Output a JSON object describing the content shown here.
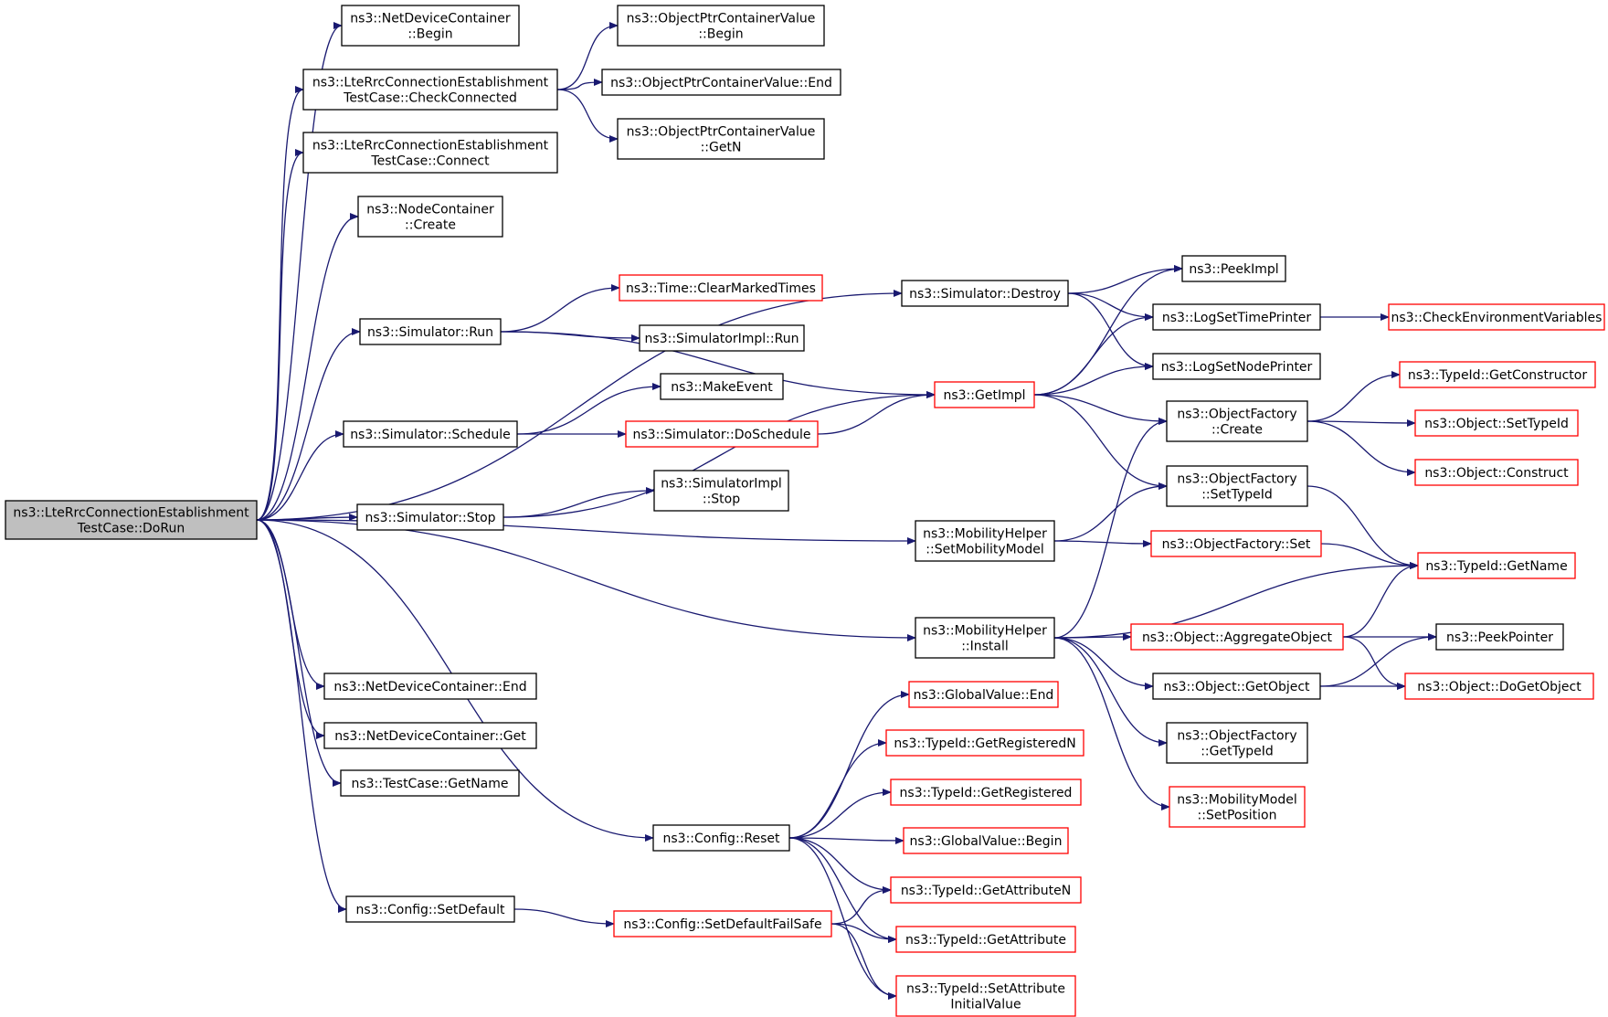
{
  "graph": {
    "colors": {
      "edge": "#191970",
      "root_fill": "#bfbfbf",
      "fill": "#ffffff",
      "border": "#000000",
      "documented_missing_border": "#ff0000"
    },
    "nodes": [
      {
        "id": "root",
        "lines": [
          "ns3::LteRrcConnectionEstablishment",
          "TestCase::DoRun"
        ],
        "style": "root"
      },
      {
        "id": "ndc_begin",
        "lines": [
          "ns3::NetDeviceContainer",
          "::Begin"
        ],
        "style": "black"
      },
      {
        "id": "check_connected",
        "lines": [
          "ns3::LteRrcConnectionEstablishment",
          "TestCase::CheckConnected"
        ],
        "style": "black"
      },
      {
        "id": "connect",
        "lines": [
          "ns3::LteRrcConnectionEstablishment",
          "TestCase::Connect"
        ],
        "style": "black"
      },
      {
        "id": "nc_create",
        "lines": [
          "ns3::NodeContainer",
          "::Create"
        ],
        "style": "black"
      },
      {
        "id": "sim_run",
        "lines": [
          "ns3::Simulator::Run"
        ],
        "style": "black"
      },
      {
        "id": "sim_schedule",
        "lines": [
          "ns3::Simulator::Schedule"
        ],
        "style": "black"
      },
      {
        "id": "sim_stop",
        "lines": [
          "ns3::Simulator::Stop"
        ],
        "style": "black"
      },
      {
        "id": "ndc_end",
        "lines": [
          "ns3::NetDeviceContainer::End"
        ],
        "style": "black"
      },
      {
        "id": "ndc_get",
        "lines": [
          "ns3::NetDeviceContainer::Get"
        ],
        "style": "black"
      },
      {
        "id": "tc_getname",
        "lines": [
          "ns3::TestCase::GetName"
        ],
        "style": "black"
      },
      {
        "id": "cfg_setdefault",
        "lines": [
          "ns3::Config::SetDefault"
        ],
        "style": "black"
      },
      {
        "id": "optr_begin",
        "lines": [
          "ns3::ObjectPtrContainerValue",
          "::Begin"
        ],
        "style": "black"
      },
      {
        "id": "optr_end",
        "lines": [
          "ns3::ObjectPtrContainerValue::End"
        ],
        "style": "black"
      },
      {
        "id": "optr_getn",
        "lines": [
          "ns3::ObjectPtrContainerValue",
          "::GetN"
        ],
        "style": "black"
      },
      {
        "id": "time_clear",
        "lines": [
          "ns3::Time::ClearMarkedTimes"
        ],
        "style": "red"
      },
      {
        "id": "simimpl_run",
        "lines": [
          "ns3::SimulatorImpl::Run"
        ],
        "style": "black"
      },
      {
        "id": "make_event",
        "lines": [
          "ns3::MakeEvent"
        ],
        "style": "black"
      },
      {
        "id": "sim_doschedule",
        "lines": [
          "ns3::Simulator::DoSchedule"
        ],
        "style": "red"
      },
      {
        "id": "simimpl_stop",
        "lines": [
          "ns3::SimulatorImpl",
          "::Stop"
        ],
        "style": "black"
      },
      {
        "id": "sim_destroy",
        "lines": [
          "ns3::Simulator::Destroy"
        ],
        "style": "black"
      },
      {
        "id": "getimpl",
        "lines": [
          "ns3::GetImpl"
        ],
        "style": "red"
      },
      {
        "id": "mh_setmob",
        "lines": [
          "ns3::MobilityHelper",
          "::SetMobilityModel"
        ],
        "style": "black"
      },
      {
        "id": "mh_install",
        "lines": [
          "ns3::MobilityHelper",
          "::Install"
        ],
        "style": "black"
      },
      {
        "id": "cfg_reset",
        "lines": [
          "ns3::Config::Reset"
        ],
        "style": "black"
      },
      {
        "id": "cfg_setdefaultfs",
        "lines": [
          "ns3::Config::SetDefaultFailSafe"
        ],
        "style": "red"
      },
      {
        "id": "peekimpl",
        "lines": [
          "ns3::PeekImpl"
        ],
        "style": "black"
      },
      {
        "id": "logsettime",
        "lines": [
          "ns3::LogSetTimePrinter"
        ],
        "style": "black"
      },
      {
        "id": "logsetnode",
        "lines": [
          "ns3::LogSetNodePrinter"
        ],
        "style": "black"
      },
      {
        "id": "of_create",
        "lines": [
          "ns3::ObjectFactory",
          "::Create"
        ],
        "style": "black"
      },
      {
        "id": "of_settypeid",
        "lines": [
          "ns3::ObjectFactory",
          "::SetTypeId"
        ],
        "style": "black"
      },
      {
        "id": "of_set",
        "lines": [
          "ns3::ObjectFactory::Set"
        ],
        "style": "red"
      },
      {
        "id": "obj_aggregate",
        "lines": [
          "ns3::Object::AggregateObject"
        ],
        "style": "red"
      },
      {
        "id": "obj_getobject",
        "lines": [
          "ns3::Object::GetObject"
        ],
        "style": "black"
      },
      {
        "id": "of_gettypeid",
        "lines": [
          "ns3::ObjectFactory",
          "::GetTypeId"
        ],
        "style": "black"
      },
      {
        "id": "mm_setpos",
        "lines": [
          "ns3::MobilityModel",
          "::SetPosition"
        ],
        "style": "red"
      },
      {
        "id": "gv_end",
        "lines": [
          "ns3::GlobalValue::End"
        ],
        "style": "red"
      },
      {
        "id": "tid_getregn",
        "lines": [
          "ns3::TypeId::GetRegisteredN"
        ],
        "style": "red"
      },
      {
        "id": "tid_getreg",
        "lines": [
          "ns3::TypeId::GetRegistered"
        ],
        "style": "red"
      },
      {
        "id": "gv_begin",
        "lines": [
          "ns3::GlobalValue::Begin"
        ],
        "style": "red"
      },
      {
        "id": "tid_getattrn",
        "lines": [
          "ns3::TypeId::GetAttributeN"
        ],
        "style": "red"
      },
      {
        "id": "tid_getattr",
        "lines": [
          "ns3::TypeId::GetAttribute"
        ],
        "style": "red"
      },
      {
        "id": "tid_setattrinit",
        "lines": [
          "ns3::TypeId::SetAttribute",
          "InitialValue"
        ],
        "style": "red"
      },
      {
        "id": "check_env",
        "lines": [
          "ns3::CheckEnvironmentVariables"
        ],
        "style": "red"
      },
      {
        "id": "tid_getctor",
        "lines": [
          "ns3::TypeId::GetConstructor"
        ],
        "style": "red"
      },
      {
        "id": "obj_settypeid",
        "lines": [
          "ns3::Object::SetTypeId"
        ],
        "style": "red"
      },
      {
        "id": "obj_construct",
        "lines": [
          "ns3::Object::Construct"
        ],
        "style": "red"
      },
      {
        "id": "tid_getname",
        "lines": [
          "ns3::TypeId::GetName"
        ],
        "style": "red"
      },
      {
        "id": "peekpointer",
        "lines": [
          "ns3::PeekPointer"
        ],
        "style": "black"
      },
      {
        "id": "obj_dogetobject",
        "lines": [
          "ns3::Object::DoGetObject"
        ],
        "style": "red"
      }
    ],
    "edges": [
      [
        "root",
        "ndc_begin"
      ],
      [
        "root",
        "check_connected"
      ],
      [
        "root",
        "connect"
      ],
      [
        "root",
        "nc_create"
      ],
      [
        "root",
        "sim_destroy"
      ],
      [
        "root",
        "sim_run"
      ],
      [
        "root",
        "sim_schedule"
      ],
      [
        "root",
        "sim_stop"
      ],
      [
        "root",
        "mh_setmob"
      ],
      [
        "root",
        "mh_install"
      ],
      [
        "root",
        "ndc_end"
      ],
      [
        "root",
        "ndc_get"
      ],
      [
        "root",
        "tc_getname"
      ],
      [
        "root",
        "cfg_reset"
      ],
      [
        "root",
        "cfg_setdefault"
      ],
      [
        "check_connected",
        "optr_begin"
      ],
      [
        "check_connected",
        "optr_end"
      ],
      [
        "check_connected",
        "optr_getn"
      ],
      [
        "sim_run",
        "getimpl"
      ],
      [
        "sim_run",
        "time_clear"
      ],
      [
        "sim_run",
        "simimpl_run"
      ],
      [
        "sim_schedule",
        "make_event"
      ],
      [
        "sim_schedule",
        "sim_doschedule"
      ],
      [
        "sim_doschedule",
        "getimpl"
      ],
      [
        "sim_stop",
        "simimpl_stop"
      ],
      [
        "sim_stop",
        "getimpl"
      ],
      [
        "sim_destroy",
        "peekimpl"
      ],
      [
        "sim_destroy",
        "logsettime"
      ],
      [
        "sim_destroy",
        "logsetnode"
      ],
      [
        "getimpl",
        "peekimpl"
      ],
      [
        "getimpl",
        "logsettime"
      ],
      [
        "getimpl",
        "logsetnode"
      ],
      [
        "getimpl",
        "of_create"
      ],
      [
        "getimpl",
        "of_settypeid"
      ],
      [
        "logsettime",
        "check_env"
      ],
      [
        "of_create",
        "tid_getctor"
      ],
      [
        "of_create",
        "obj_settypeid"
      ],
      [
        "of_create",
        "obj_construct"
      ],
      [
        "of_settypeid",
        "tid_getname"
      ],
      [
        "mh_setmob",
        "of_settypeid"
      ],
      [
        "mh_setmob",
        "of_set"
      ],
      [
        "of_set",
        "tid_getname"
      ],
      [
        "mh_install",
        "of_create"
      ],
      [
        "mh_install",
        "tid_getname"
      ],
      [
        "mh_install",
        "obj_aggregate"
      ],
      [
        "mh_install",
        "obj_getobject"
      ],
      [
        "mh_install",
        "of_gettypeid"
      ],
      [
        "mh_install",
        "mm_setpos"
      ],
      [
        "obj_aggregate",
        "tid_getname"
      ],
      [
        "obj_aggregate",
        "peekpointer"
      ],
      [
        "obj_aggregate",
        "obj_dogetobject"
      ],
      [
        "obj_getobject",
        "peekpointer"
      ],
      [
        "obj_getobject",
        "obj_dogetobject"
      ],
      [
        "cfg_reset",
        "gv_end"
      ],
      [
        "cfg_reset",
        "tid_getregn"
      ],
      [
        "cfg_reset",
        "tid_getreg"
      ],
      [
        "cfg_reset",
        "gv_begin"
      ],
      [
        "cfg_reset",
        "tid_getattrn"
      ],
      [
        "cfg_reset",
        "tid_getattr"
      ],
      [
        "cfg_reset",
        "tid_setattrinit"
      ],
      [
        "cfg_setdefault",
        "cfg_setdefaultfs"
      ],
      [
        "cfg_setdefaultfs",
        "tid_getattrn"
      ],
      [
        "cfg_setdefaultfs",
        "tid_getattr"
      ],
      [
        "cfg_setdefaultfs",
        "tid_setattrinit"
      ]
    ]
  }
}
